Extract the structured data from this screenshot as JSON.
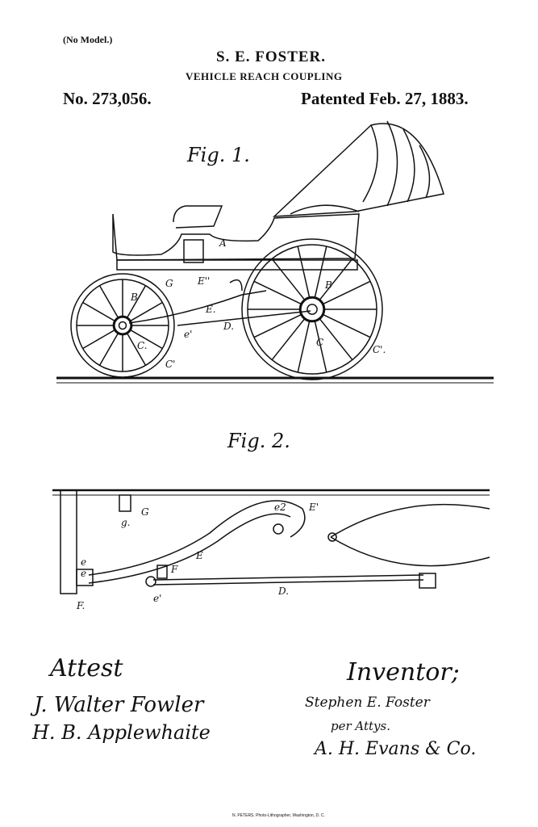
{
  "header": {
    "no_model": "(No Model.)",
    "inventor_name": "S. E. FOSTER.",
    "subject": "VEHICLE REACH COUPLING",
    "patent_number": "No. 273,056.",
    "patent_date": "Patented Feb. 27, 1883."
  },
  "figures": {
    "fig1": {
      "title": "Fig. 1.",
      "labels": [
        "A",
        "B",
        "B",
        "G",
        "E''",
        "E.",
        "D.",
        "e'",
        "C.",
        "C'",
        "C",
        "C'."
      ]
    },
    "fig2": {
      "title": "Fig. 2.",
      "labels": [
        "G",
        "g.",
        "e2",
        "E'",
        "E",
        "F",
        "e",
        "e",
        "e'",
        "F.",
        "D."
      ]
    }
  },
  "signatures": {
    "attest_label": "Attest",
    "witness_1": "J. Walter Fowler",
    "witness_2": "H. B. Applewhaite",
    "inventor_label": "Inventor;",
    "inventor_signature": "Stephen E. Foster",
    "per_attys": "per Attys.",
    "attorneys": "A. H. Evans & Co."
  },
  "footer": {
    "lithographer": "N. PETERS. Photo-Lithographer, Washington, D. C."
  }
}
